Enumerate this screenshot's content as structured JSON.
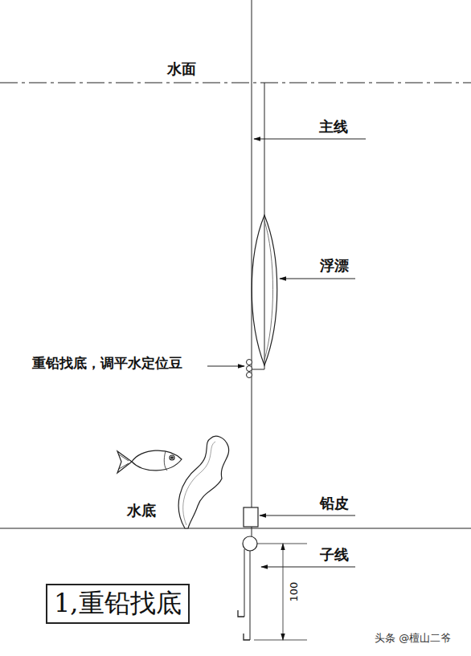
{
  "diagram": {
    "nodes": [
      {
        "text": [
          "1,重铅找底"
        ]
      }
    ],
    "labels": [
      "水面",
      "主线",
      "浮漂",
      "重铅找底，调平水定位豆",
      "水底",
      "铅皮",
      "子线",
      "100",
      "头条 @檀山二爷"
    ]
  }
}
